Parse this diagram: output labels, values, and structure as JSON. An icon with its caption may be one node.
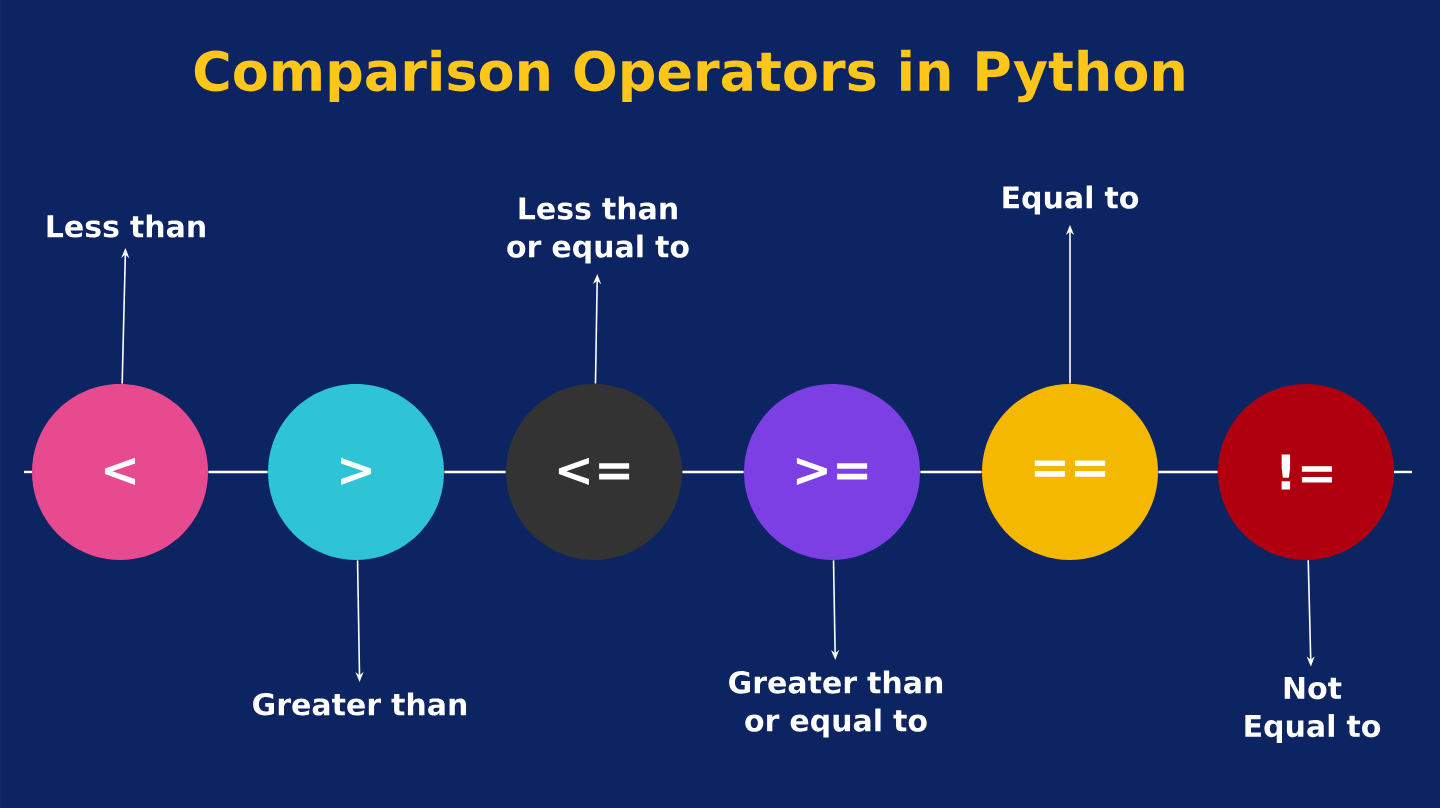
{
  "diagram": {
    "title": "Comparison Operators in Python",
    "nodes": [
      {
        "text": [
          "<"
        ]
      },
      {
        "text": [
          ">"
        ]
      },
      {
        "text": [
          "<="
        ]
      },
      {
        "text": [
          ">="
        ]
      },
      {
        "text": [
          "=="
        ]
      },
      {
        "text": [
          "!="
        ]
      },
      {
        "text": [
          "Less than"
        ]
      },
      {
        "text": [
          "Greater than"
        ]
      },
      {
        "text": [
          "Less than or equal to"
        ]
      },
      {
        "text": [
          "Greater than or equal to"
        ]
      },
      {
        "text": [
          "Equal to"
        ]
      },
      {
        "text": [
          "Not Equal to"
        ]
      }
    ],
    "edges": [
      {
        "from": 0,
        "to": 1,
        "arrow": "none"
      },
      {
        "from": 1,
        "to": 2,
        "arrow": "none"
      },
      {
        "from": 2,
        "to": 3,
        "arrow": "none"
      },
      {
        "from": 3,
        "to": 4,
        "arrow": "none"
      },
      {
        "from": 4,
        "to": 5,
        "arrow": "none"
      },
      {
        "from": 0,
        "to": 6,
        "arrow": "to"
      },
      {
        "from": 1,
        "to": 7,
        "arrow": "to"
      },
      {
        "from": 2,
        "to": 8,
        "arrow": "to"
      },
      {
        "from": 3,
        "to": 9,
        "arrow": "to"
      },
      {
        "from": 4,
        "to": 10,
        "arrow": "to"
      },
      {
        "from": 5,
        "to": 11,
        "arrow": "to"
      }
    ]
  }
}
